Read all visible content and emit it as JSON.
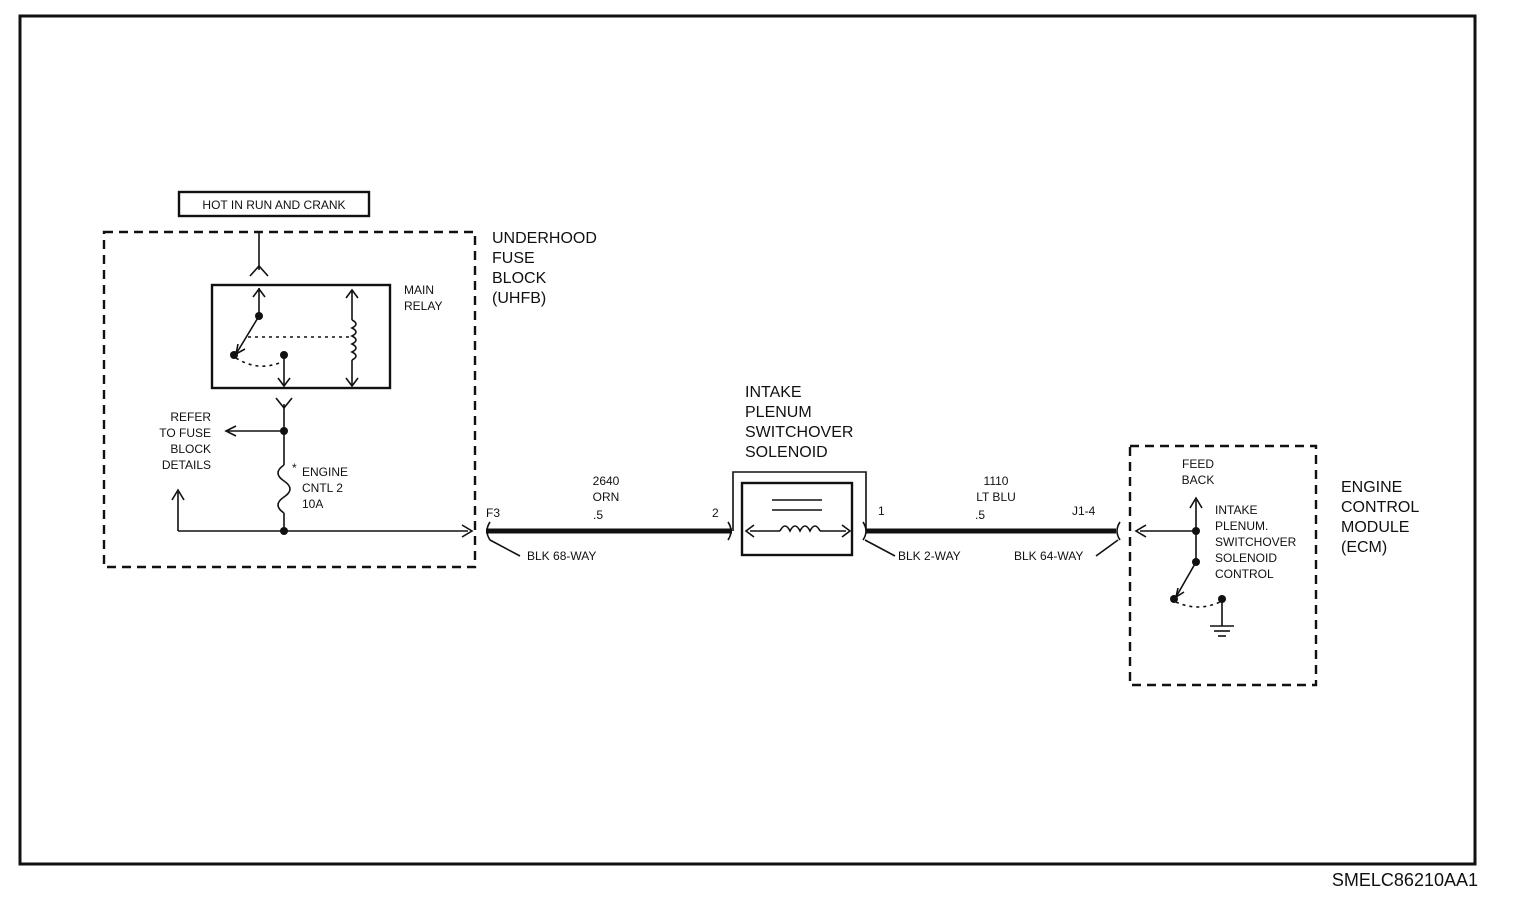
{
  "hot_label": "HOT IN RUN AND CRANK",
  "uhfb": {
    "title": [
      "UNDERHOOD",
      "FUSE",
      "BLOCK",
      "(UHFB)"
    ],
    "relay_label": [
      "MAIN",
      "RELAY"
    ],
    "refer_label": [
      "REFER",
      "TO FUSE",
      "BLOCK",
      "DETAILS"
    ],
    "fuse_label": [
      "ENGINE",
      "CNTL 2",
      "10A"
    ],
    "fuse_mark": "*"
  },
  "left_wire": {
    "pin_left": "F3",
    "pin_right": "2",
    "circuit": "2640",
    "color": "ORN",
    "gauge": ".5",
    "connector": "BLK 68-WAY"
  },
  "solenoid": {
    "title": [
      "INTAKE",
      "PLENUM",
      "SWITCHOVER",
      "SOLENOID"
    ]
  },
  "right_wire": {
    "pin_left": "1",
    "pin_right": "J1-4",
    "circuit": "1110",
    "color": "LT BLU",
    "gauge": ".5",
    "connector_left": "BLK 2-WAY",
    "connector_right": "BLK 64-WAY"
  },
  "ecm": {
    "title": [
      "ENGINE",
      "CONTROL",
      "MODULE",
      "(ECM)"
    ],
    "feedback": [
      "FEED",
      "BACK"
    ],
    "control": [
      "INTAKE",
      "PLENUM.",
      "SWITCHOVER",
      "SOLENOID",
      "CONTROL"
    ]
  },
  "reference": "SMELC86210AA1"
}
